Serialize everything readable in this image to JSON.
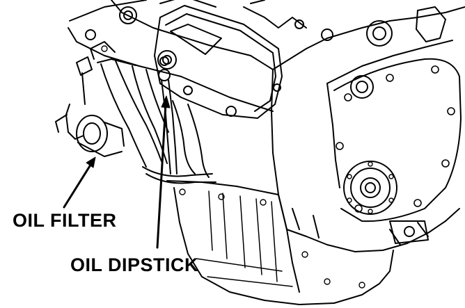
{
  "figure": {
    "callouts": [
      {
        "id": "oil-filter",
        "label": "OIL FILTER"
      },
      {
        "id": "oil-dipstick",
        "label": "OIL DIPSTICK"
      }
    ]
  },
  "style": {
    "line_color": "#000000",
    "background": "#ffffff"
  }
}
